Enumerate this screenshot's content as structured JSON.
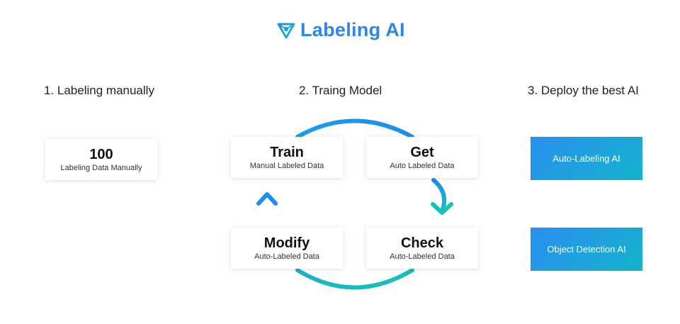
{
  "logo": {
    "text": "Labeling AI",
    "brand_color": "#2f86e8",
    "icon": "labeling-ai-logo-icon"
  },
  "steps": [
    {
      "label": "1. Labeling manually"
    },
    {
      "label": "2. Traing Model"
    },
    {
      "label": "3. Deploy the best AI"
    }
  ],
  "cards": {
    "manual": {
      "title": "100",
      "subtitle": "Labeling Data Manually"
    },
    "train": {
      "title": "Train",
      "subtitle": "Manual Labeled Data"
    },
    "get": {
      "title": "Get",
      "subtitle": "Auto Labeled Data"
    },
    "modify": {
      "title": "Modify",
      "subtitle": "Auto-Labeled Data"
    },
    "check": {
      "title": "Check",
      "subtitle": "Auto-Labeled Data"
    }
  },
  "ai_boxes": {
    "auto_labeling": "Auto-Labeling AI",
    "object_detection": "Object Detection AI"
  },
  "colors": {
    "blue": "#1e8cf0",
    "teal": "#17c2b8"
  }
}
